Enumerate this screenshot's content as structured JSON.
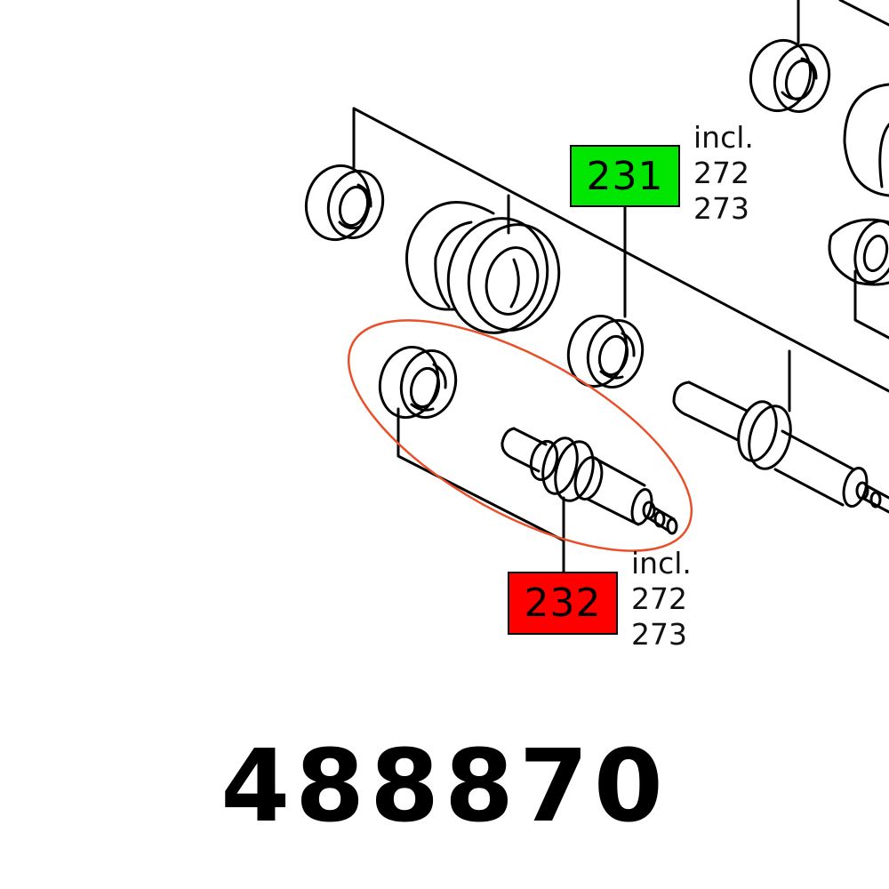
{
  "diagram": {
    "type": "exploded-parts-view",
    "callouts": [
      {
        "id": "callout-231",
        "number": "231",
        "color": "#00e600",
        "includes_label": "incl.",
        "includes": [
          "272",
          "273"
        ]
      },
      {
        "id": "callout-232",
        "number": "232",
        "color": "#ff0000",
        "includes_label": "incl.",
        "includes": [
          "272",
          "273"
        ],
        "highlighted": true,
        "highlight_color": "#e8502a"
      }
    ],
    "parts": [
      "bearing-top-right",
      "bearing-upper-left",
      "pulley",
      "bearing-231",
      "bearing-right-edge",
      "bearing-232",
      "shaft-232",
      "shaft-right"
    ]
  },
  "article_number": "488870"
}
